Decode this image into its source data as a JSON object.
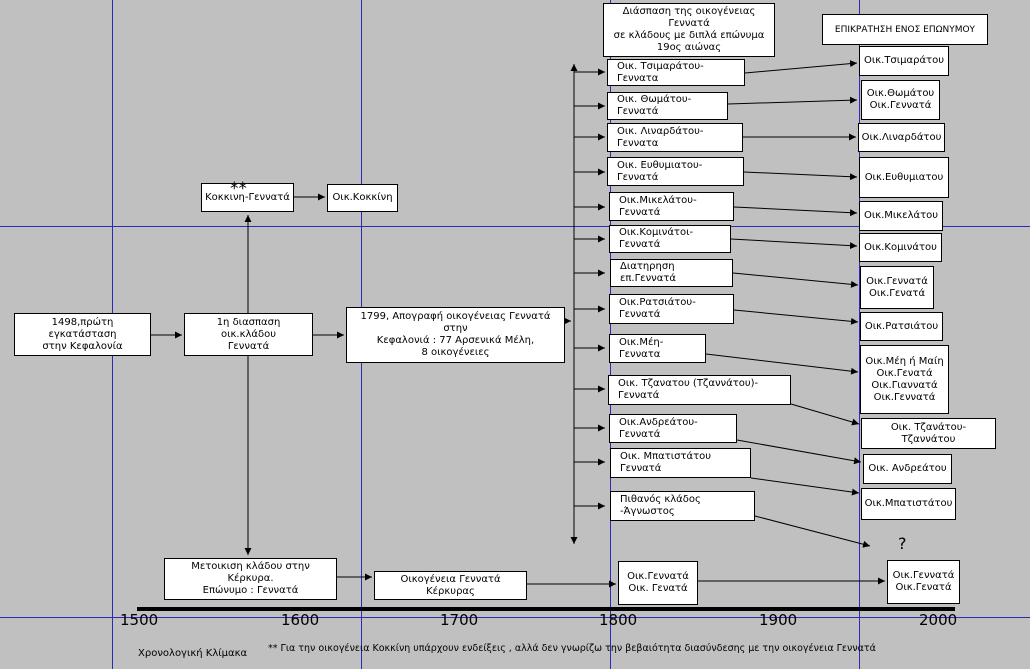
{
  "colors": {
    "background": "#c0c0c0",
    "gridline": "#2b2bb5",
    "box_fill": "#ffffff",
    "line": "#000000"
  },
  "header": {
    "split_title": "Διάσπαση της οικογένειας Γεννατά\nσε κλάδους με διπλά επώνυμα\n19ος αιώνας",
    "surname_title": "ΕΠΙΚΡΑΤΗΣΗ ΕΝΟΣ ΕΠΩΝΥΜΟΥ"
  },
  "main_flow": {
    "first_settlement": "1498,πρώτη εγκατάσταση\nστην Κεφαλονία",
    "first_split": "1η διασπαση οικ.κλάδου\nΓεννατά",
    "census_1799": "1799, Απογραφή οικογένειας Γεννατά στην\nΚεφαλονιά : 77 Αρσενικά Μέλη,\n8 οικογένειες",
    "kokkini_branch": "Κοκκινη-Γεννατά",
    "kokkini_family": "Οικ.Κοκκίνη",
    "kokkini_mark": "**",
    "corfu_move": "Μετοικιση κλάδου στην Κέρκυρα.\nΕπώνυμο : Γεννατά",
    "corfu_family": "Οικογένεια Γεννατά Κέρκυρας",
    "corfu_1800": "Οικ.Γεννατά\nΟικ. Γενατά",
    "corfu_2000": "Οικ.Γεννατά\nΟικ.Γενατά"
  },
  "branches": [
    "Οικ. Τσιμαράτου- Γεννατα",
    "Οικ. Θωμάτου-Γεννατά",
    "Οικ. Λιναρδάτου-Γεννατα",
    "Οικ. Ευθυμιατου-Γεννατά",
    "Οικ.Μικελάτου-Γεννατά",
    "Οικ.Κομινάτοι-Γεννατά",
    "Διατηρηση επ.Γεννατά",
    "Οικ.Ρατσιάτου-Γεννατά",
    "Οικ.Μέη-Γεννατα",
    "Οικ. Τζανατου (Τζαννάτου)-Γεννατά",
    "Οικ.Ανδρεάτου-Γεννατά",
    "Οικ. Μπατιστάτου Γεννατά",
    "Πιθανός κλάδος -Άγνωστος"
  ],
  "surnames": [
    "Οικ.Τσιμαράτου",
    "Οικ.Θωμάτου\nΟικ.Γεννατά",
    "Οικ.Λιναρδάτου",
    "Οικ.Ευθυμιατου",
    "Οικ.Μικελάτου",
    "Οικ.Κομινάτου",
    "Οικ.Γεννατά\nΟικ.Γενατά",
    "Οικ.Ρατσιάτου",
    "Οικ.Μέη ή Μαίη\nΟικ.Γενατά\nΟικ.Γιαννατά\nΟικ.Γεννατά",
    "Οικ. Τζανάτου-Τζαννάτου",
    "Οικ. Ανδρεάτου",
    "Οικ.Μπατιστάτου"
  ],
  "unknown_mark": "?",
  "timeline": {
    "years": [
      "1500",
      "1600",
      "1700",
      "1800",
      "1900",
      "2000"
    ],
    "label": "Χρονολογική Κλίμακα",
    "footnote": "**  Για την οικογένεια Κοκκίνη υπάρχουν ενδείξεις , αλλά δεν γνωρίζω την βεβαιότητα διασύνδεσης με την οικογένεια Γεννατά"
  }
}
